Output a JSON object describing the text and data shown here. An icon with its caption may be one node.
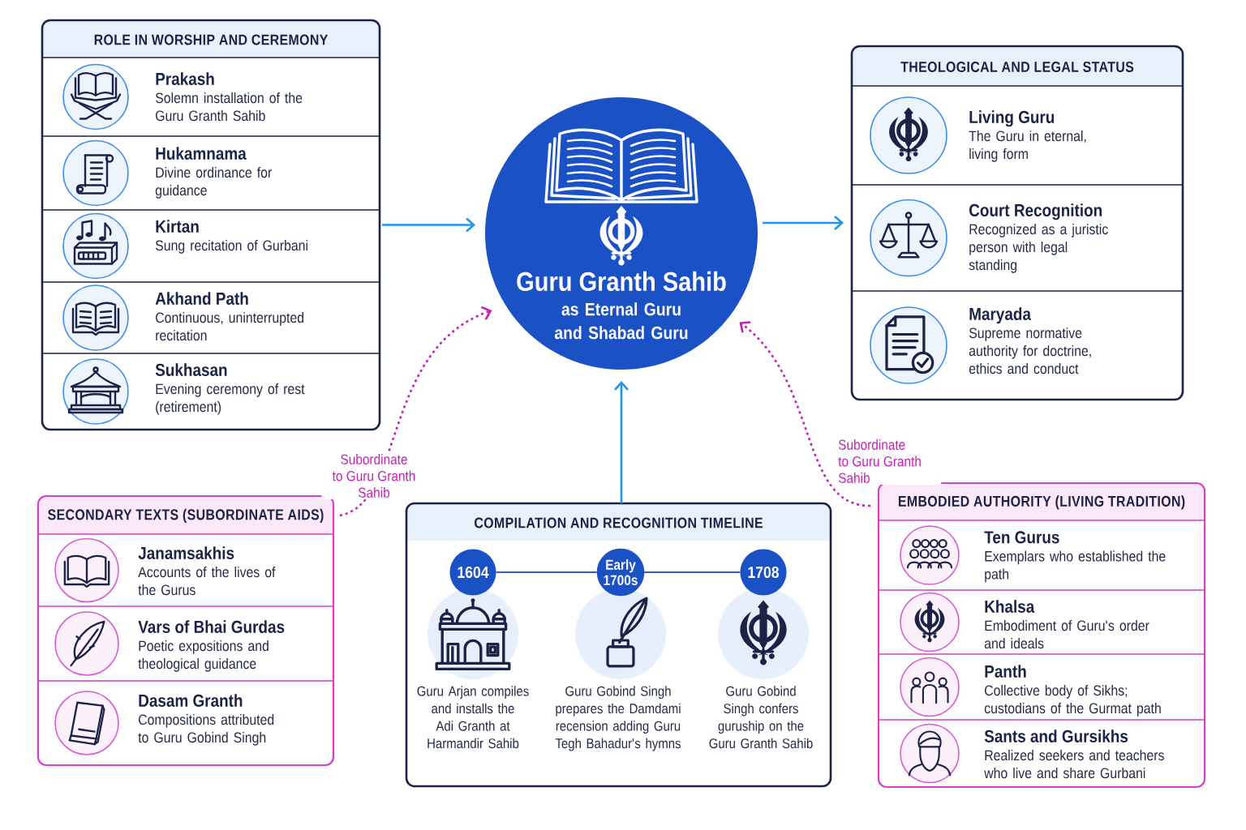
{
  "diagram": {
    "nodes": [
      {
        "text": [
          "ROLE IN WORSHIP AND CEREMONY"
        ]
      },
      {
        "text": [
          "Prakash",
          "Solemn installation of the Guru Granth Sahib"
        ],
        "in": 0
      },
      {
        "text": [
          "Hukamnama",
          "Divine ordinance for guidance"
        ],
        "in": 0
      },
      {
        "text": [
          "Kirtan",
          "Sung recitation of Gurbani"
        ],
        "in": 0
      },
      {
        "text": [
          "Akhand Path",
          "Continuous, uninterrupted recitation"
        ],
        "in": 0
      },
      {
        "text": [
          "Sukhasan",
          "Evening ceremony of rest (retirement)"
        ],
        "in": 0
      },
      {
        "text": [
          "Guru Granth Sahib",
          "as Eternal Guru and Shabad Guru"
        ]
      },
      {
        "text": [
          "THEOLOGICAL AND LEGAL STATUS"
        ]
      },
      {
        "text": [
          "Living Guru",
          "The Guru in eternal, living form"
        ],
        "in": 7
      },
      {
        "text": [
          "Court Recognition",
          "Recognized as a juristic person with legal standing"
        ],
        "in": 7
      },
      {
        "text": [
          "Maryada",
          "Supreme normative authority for doctrine, ethics and conduct"
        ],
        "in": 7
      },
      {
        "text": [
          "SECONDARY TEXTS (SUBORDINATE AIDS)"
        ]
      },
      {
        "text": [
          "Janamsakhis",
          "Accounts of the lives of the Gurus"
        ],
        "in": 11
      },
      {
        "text": [
          "Vars of Bhai Gurdas",
          "Poetic expositions and theological guidance"
        ],
        "in": 11
      },
      {
        "text": [
          "Dasam Granth",
          "Compositions attributed to Guru Gobind Singh"
        ],
        "in": 11
      },
      {
        "text": [
          "COMPILATION AND RECOGNITION TIMELINE"
        ]
      },
      {
        "text": [
          "1604"
        ],
        "in": 15,
        "beside": [
          "Guru Arjan compiles and installs the Adi Granth at Harmandir Sahib"
        ]
      },
      {
        "text": [
          "Early 1700s"
        ],
        "in": 15,
        "beside": [
          "Guru Gobind Singh prepares the Damdami recension adding Guru Tegh Bahadur's hymns"
        ]
      },
      {
        "text": [
          "1708"
        ],
        "in": 15,
        "beside": [
          "Guru Gobind Singh confers guruship on the Guru Granth Sahib"
        ]
      },
      {
        "text": [
          "EMBODIED AUTHORITY (LIVING TRADITION)"
        ]
      },
      {
        "text": [
          "Ten Gurus",
          "Exemplars who established the path"
        ],
        "in": 19
      },
      {
        "text": [
          "Khalsa",
          "Embodiment of Guru's order and ideals"
        ],
        "in": 19
      },
      {
        "text": [
          "Panth",
          "Collective body of Sikhs; custodians of the Gurmat path"
        ],
        "in": 19
      },
      {
        "text": [
          "Sants and Gursikhs",
          "Realized seekers and teachers who live and share Gurbani"
        ],
        "in": 19
      }
    ],
    "edges": [
      {
        "from": 0,
        "to": 6,
        "arrow": "to"
      },
      {
        "from": 6,
        "to": 7,
        "arrow": "to"
      },
      {
        "from": 15,
        "to": 6,
        "arrow": "to"
      },
      {
        "from": 11,
        "to": 6,
        "arrow": "to",
        "label": "Subordinate to Guru Granth Sahib",
        "style": "dashed",
        "color": "#c41fb6"
      },
      {
        "from": 19,
        "to": 6,
        "arrow": "to",
        "label": "Subordinate to Guru Granth Sahib",
        "style": "dashed",
        "color": "#c41fb6"
      },
      {
        "from": 16,
        "to": 17,
        "arrow": "none",
        "color": "#2a62d3"
      },
      {
        "from": 17,
        "to": 18,
        "arrow": "none",
        "color": "#2a62d3"
      }
    ]
  }
}
